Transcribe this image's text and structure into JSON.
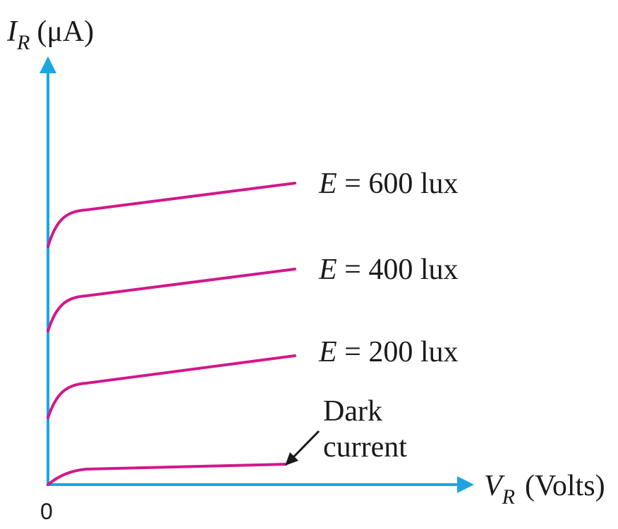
{
  "colors": {
    "axis": "#1aa7e0",
    "curve": "#d3178a",
    "text": "#1a1a1a"
  },
  "y_axis_label": {
    "symbol": "I",
    "subscript": "R",
    "unit": "(μA)"
  },
  "x_axis_label": {
    "symbol": "V",
    "subscript": "R",
    "unit": "(Volts)"
  },
  "origin_label": "0",
  "curves": [
    {
      "symbol": "E",
      "rest": " = 600 lux"
    },
    {
      "symbol": "E",
      "rest": " = 400 lux"
    },
    {
      "symbol": "E",
      "rest": " = 200 lux"
    }
  ],
  "dark_current": {
    "line1": "Dark",
    "line2": "current"
  }
}
